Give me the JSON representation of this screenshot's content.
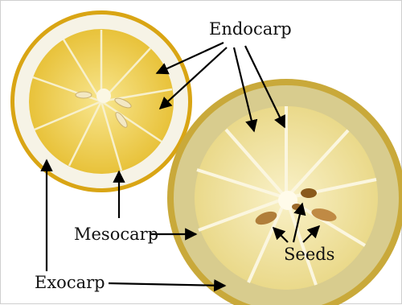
{
  "labels": {
    "endocarp": "Endocarp",
    "mesocarp": "Mesocarp",
    "exocarp": "Exocarp",
    "seeds": "Seeds"
  },
  "colors": {
    "rind_outer": "#d9a514",
    "rind_yellow": "#e8c23a",
    "pith": "#f4f1e2",
    "flesh_small": "#f0d060",
    "flesh_large": "#f3e7a6",
    "seed": "#c99a52",
    "arrow": "#000000",
    "text": "#111111"
  }
}
